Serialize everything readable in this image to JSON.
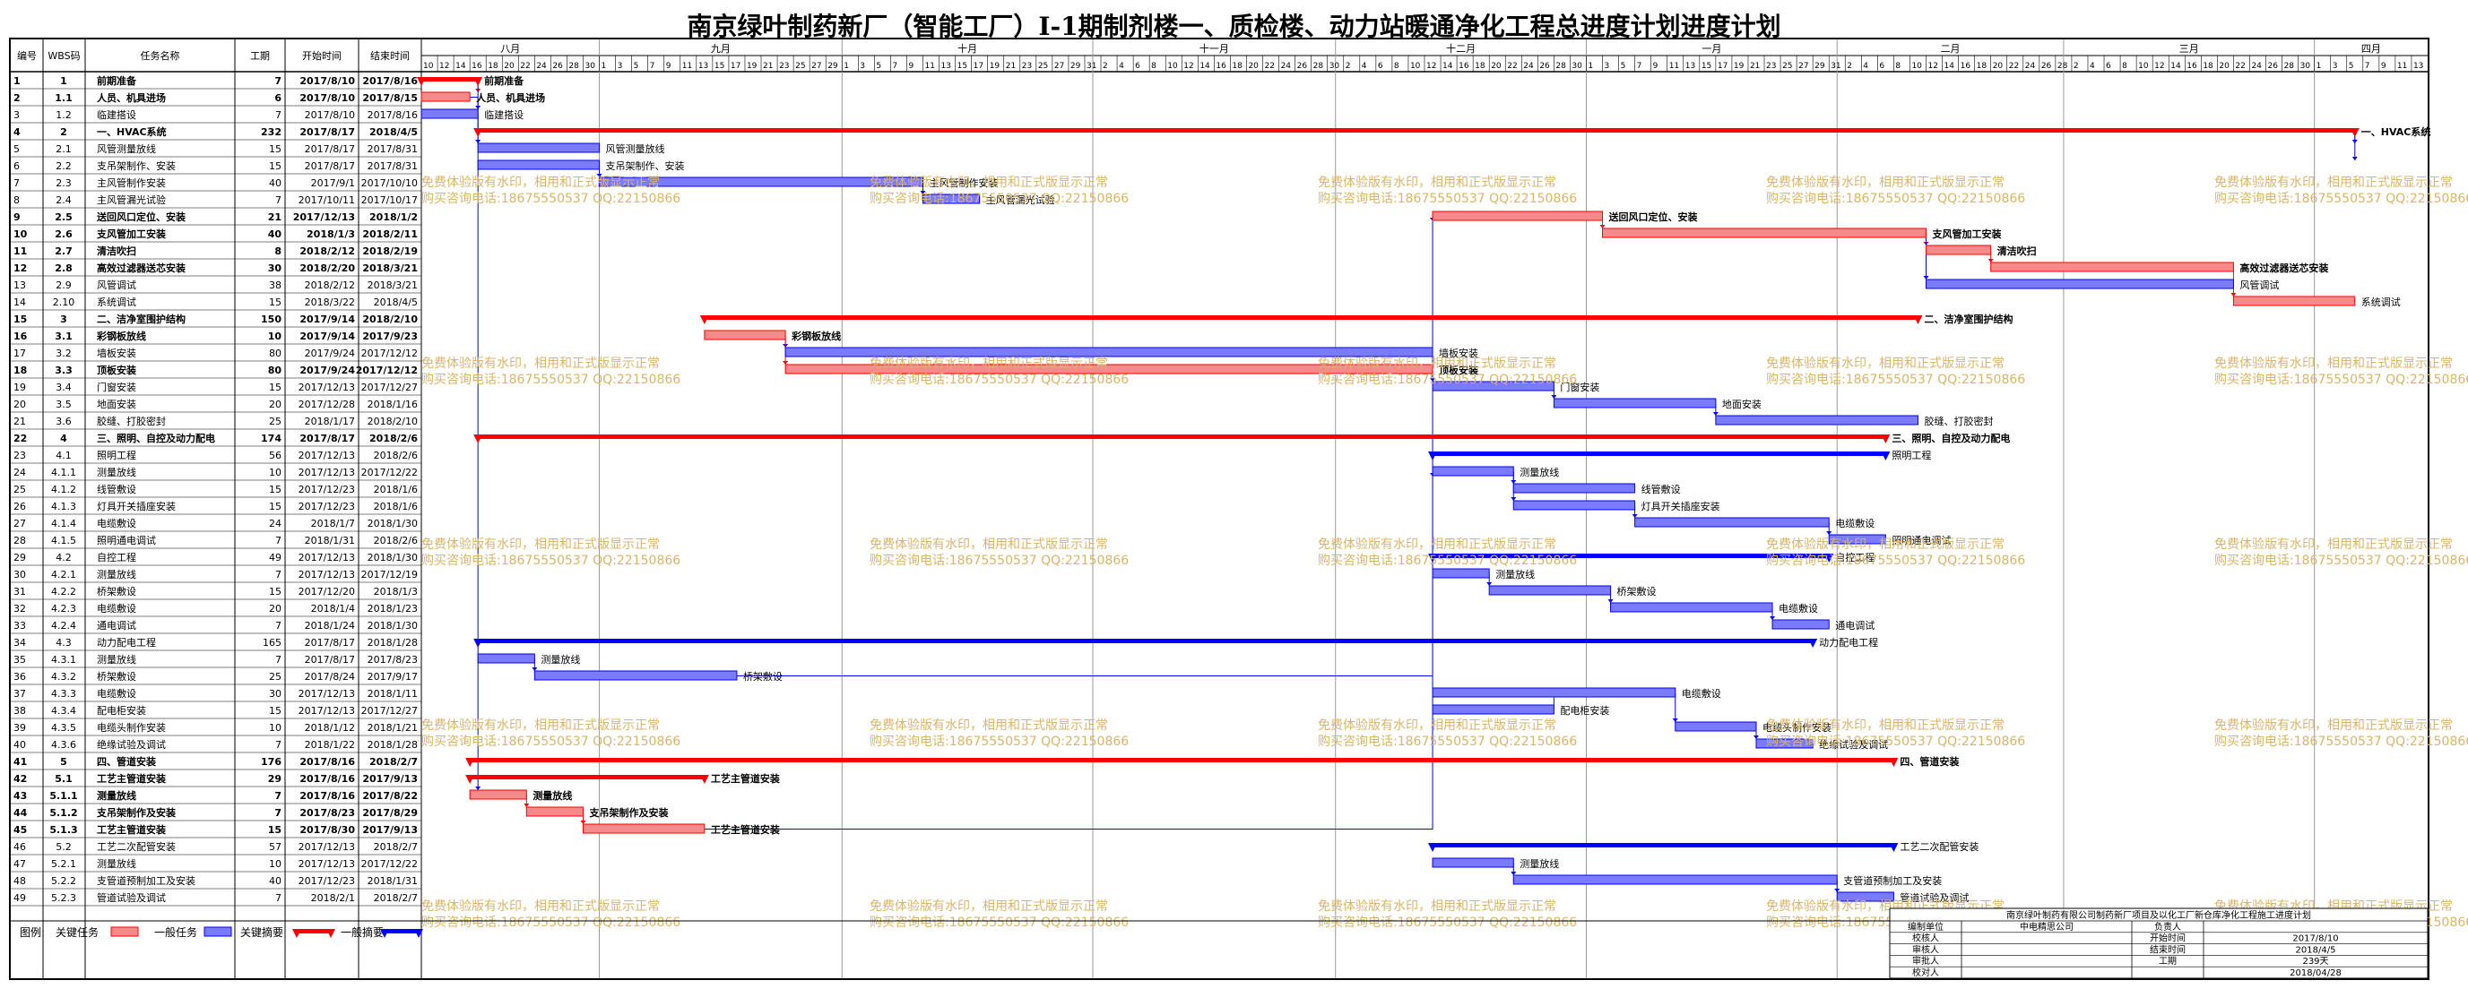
{
  "page": {
    "title": "南京绿叶制药新厂（智能工厂）I-1期制剂楼一、质检楼、动力站暖通净化工程总进度计划进度计划"
  },
  "columns": [
    "编号",
    "WBS码",
    "任务名称",
    "工期",
    "开始时间",
    "结束时间"
  ],
  "colors": {
    "critical": "#ff0000",
    "normal": "#0000ff",
    "critical_fill": "#f48a8a",
    "normal_fill": "#7b7bff",
    "watermark": "#d8b56a"
  },
  "chart_data": {
    "type": "gantt",
    "timeline": {
      "start": "2017-08-10",
      "end": "2018-04-14",
      "months": [
        {
          "label": "八月",
          "start": "2017-08-01"
        },
        {
          "label": "九月",
          "start": "2017-09-01"
        },
        {
          "label": "十月",
          "start": "2017-10-01"
        },
        {
          "label": "十一月",
          "start": "2017-11-01"
        },
        {
          "label": "十二月",
          "start": "2017-12-01"
        },
        {
          "label": "一月",
          "start": "2018-01-01"
        },
        {
          "label": "二月",
          "start": "2018-02-01"
        },
        {
          "label": "三月",
          "start": "2018-03-01"
        },
        {
          "label": "四月",
          "start": "2018-04-01"
        }
      ],
      "day_step": 2
    },
    "tasks": [
      {
        "id": "1",
        "wbs": "1",
        "name": "前期准备",
        "dur": "7",
        "start": "2017/8/10",
        "end": "2017/8/16",
        "kind": "summary",
        "crit": true,
        "bold": true
      },
      {
        "id": "2",
        "wbs": "1.1",
        "name": "人员、机具进场",
        "dur": "6",
        "start": "2017/8/10",
        "end": "2017/8/15",
        "kind": "task",
        "crit": true,
        "bold": true
      },
      {
        "id": "3",
        "wbs": "1.2",
        "name": "临建搭设",
        "dur": "7",
        "start": "2017/8/10",
        "end": "2017/8/16",
        "kind": "task",
        "crit": false,
        "bold": false
      },
      {
        "id": "4",
        "wbs": "2",
        "name": "一、HVAC系统",
        "dur": "232",
        "start": "2017/8/17",
        "end": "2018/4/5",
        "kind": "summary",
        "crit": true,
        "bold": true
      },
      {
        "id": "5",
        "wbs": "2.1",
        "name": "风管测量放线",
        "dur": "15",
        "start": "2017/8/17",
        "end": "2017/8/31",
        "kind": "task",
        "crit": false,
        "bold": false
      },
      {
        "id": "6",
        "wbs": "2.2",
        "name": "支吊架制作、安装",
        "dur": "15",
        "start": "2017/8/17",
        "end": "2017/8/31",
        "kind": "task",
        "crit": false,
        "bold": false
      },
      {
        "id": "7",
        "wbs": "2.3",
        "name": "主风管制作安装",
        "dur": "40",
        "start": "2017/9/1",
        "end": "2017/10/10",
        "kind": "task",
        "crit": false,
        "bold": false
      },
      {
        "id": "8",
        "wbs": "2.4",
        "name": "主风管漏光试验",
        "dur": "7",
        "start": "2017/10/11",
        "end": "2017/10/17",
        "kind": "task",
        "crit": false,
        "bold": false
      },
      {
        "id": "9",
        "wbs": "2.5",
        "name": "送回风口定位、安装",
        "dur": "21",
        "start": "2017/12/13",
        "end": "2018/1/2",
        "kind": "task",
        "crit": true,
        "bold": true
      },
      {
        "id": "10",
        "wbs": "2.6",
        "name": "支风管加工安装",
        "dur": "40",
        "start": "2018/1/3",
        "end": "2018/2/11",
        "kind": "task",
        "crit": true,
        "bold": true
      },
      {
        "id": "11",
        "wbs": "2.7",
        "name": "清洁吹扫",
        "dur": "8",
        "start": "2018/2/12",
        "end": "2018/2/19",
        "kind": "task",
        "crit": true,
        "bold": true
      },
      {
        "id": "12",
        "wbs": "2.8",
        "name": "高效过滤器送芯安装",
        "dur": "30",
        "start": "2018/2/20",
        "end": "2018/3/21",
        "kind": "task",
        "crit": true,
        "bold": true
      },
      {
        "id": "13",
        "wbs": "2.9",
        "name": "风管调试",
        "dur": "38",
        "start": "2018/2/12",
        "end": "2018/3/21",
        "kind": "task",
        "crit": false,
        "bold": false
      },
      {
        "id": "14",
        "wbs": "2.10",
        "name": "系统调试",
        "dur": "15",
        "start": "2018/3/22",
        "end": "2018/4/5",
        "kind": "task",
        "crit": true,
        "bold": false
      },
      {
        "id": "15",
        "wbs": "3",
        "name": "二、洁净室围护结构",
        "dur": "150",
        "start": "2017/9/14",
        "end": "2018/2/10",
        "kind": "summary",
        "crit": true,
        "bold": true
      },
      {
        "id": "16",
        "wbs": "3.1",
        "name": "彩钢板放线",
        "dur": "10",
        "start": "2017/9/14",
        "end": "2017/9/23",
        "kind": "task",
        "crit": true,
        "bold": true
      },
      {
        "id": "17",
        "wbs": "3.2",
        "name": "墙板安装",
        "dur": "80",
        "start": "2017/9/24",
        "end": "2017/12/12",
        "kind": "task",
        "crit": false,
        "bold": false
      },
      {
        "id": "18",
        "wbs": "3.3",
        "name": "顶板安装",
        "dur": "80",
        "start": "2017/9/24",
        "end": "2017/12/12",
        "kind": "task",
        "crit": true,
        "bold": true
      },
      {
        "id": "19",
        "wbs": "3.4",
        "name": "门窗安装",
        "dur": "15",
        "start": "2017/12/13",
        "end": "2017/12/27",
        "kind": "task",
        "crit": false,
        "bold": false
      },
      {
        "id": "20",
        "wbs": "3.5",
        "name": "地面安装",
        "dur": "20",
        "start": "2017/12/28",
        "end": "2018/1/16",
        "kind": "task",
        "crit": false,
        "bold": false
      },
      {
        "id": "21",
        "wbs": "3.6",
        "name": "胶缝、打胶密封",
        "dur": "25",
        "start": "2018/1/17",
        "end": "2018/2/10",
        "kind": "task",
        "crit": false,
        "bold": false
      },
      {
        "id": "22",
        "wbs": "4",
        "name": "三、照明、自控及动力配电",
        "dur": "174",
        "start": "2017/8/17",
        "end": "2018/2/6",
        "kind": "summary",
        "crit": true,
        "bold": true
      },
      {
        "id": "23",
        "wbs": "4.1",
        "name": "照明工程",
        "dur": "56",
        "start": "2017/12/13",
        "end": "2018/2/6",
        "kind": "summary",
        "crit": false,
        "bold": false
      },
      {
        "id": "24",
        "wbs": "4.1.1",
        "name": "测量放线",
        "dur": "10",
        "start": "2017/12/13",
        "end": "2017/12/22",
        "kind": "task",
        "crit": false,
        "bold": false
      },
      {
        "id": "25",
        "wbs": "4.1.2",
        "name": "线管敷设",
        "dur": "15",
        "start": "2017/12/23",
        "end": "2018/1/6",
        "kind": "task",
        "crit": false,
        "bold": false
      },
      {
        "id": "26",
        "wbs": "4.1.3",
        "name": "灯具开关插座安装",
        "dur": "15",
        "start": "2017/12/23",
        "end": "2018/1/6",
        "kind": "task",
        "crit": false,
        "bold": false
      },
      {
        "id": "27",
        "wbs": "4.1.4",
        "name": "电缆敷设",
        "dur": "24",
        "start": "2018/1/7",
        "end": "2018/1/30",
        "kind": "task",
        "crit": false,
        "bold": false
      },
      {
        "id": "28",
        "wbs": "4.1.5",
        "name": "照明通电调试",
        "dur": "7",
        "start": "2018/1/31",
        "end": "2018/2/6",
        "kind": "task",
        "crit": false,
        "bold": false
      },
      {
        "id": "29",
        "wbs": "4.2",
        "name": "自控工程",
        "dur": "49",
        "start": "2017/12/13",
        "end": "2018/1/30",
        "kind": "summary",
        "crit": false,
        "bold": false
      },
      {
        "id": "30",
        "wbs": "4.2.1",
        "name": "测量放线",
        "dur": "7",
        "start": "2017/12/13",
        "end": "2017/12/19",
        "kind": "task",
        "crit": false,
        "bold": false
      },
      {
        "id": "31",
        "wbs": "4.2.2",
        "name": "桥架敷设",
        "dur": "15",
        "start": "2017/12/20",
        "end": "2018/1/3",
        "kind": "task",
        "crit": false,
        "bold": false
      },
      {
        "id": "32",
        "wbs": "4.2.3",
        "name": "电缆敷设",
        "dur": "20",
        "start": "2018/1/4",
        "end": "2018/1/23",
        "kind": "task",
        "crit": false,
        "bold": false
      },
      {
        "id": "33",
        "wbs": "4.2.4",
        "name": "通电调试",
        "dur": "7",
        "start": "2018/1/24",
        "end": "2018/1/30",
        "kind": "task",
        "crit": false,
        "bold": false
      },
      {
        "id": "34",
        "wbs": "4.3",
        "name": "动力配电工程",
        "dur": "165",
        "start": "2017/8/17",
        "end": "2018/1/28",
        "kind": "summary",
        "crit": false,
        "bold": false
      },
      {
        "id": "35",
        "wbs": "4.3.1",
        "name": "测量放线",
        "dur": "7",
        "start": "2017/8/17",
        "end": "2017/8/23",
        "kind": "task",
        "crit": false,
        "bold": false
      },
      {
        "id": "36",
        "wbs": "4.3.2",
        "name": "桥架敷设",
        "dur": "25",
        "start": "2017/8/24",
        "end": "2017/9/17",
        "kind": "task",
        "crit": false,
        "bold": false
      },
      {
        "id": "37",
        "wbs": "4.3.3",
        "name": "电缆敷设",
        "dur": "30",
        "start": "2017/12/13",
        "end": "2018/1/11",
        "kind": "task",
        "crit": false,
        "bold": false
      },
      {
        "id": "38",
        "wbs": "4.3.4",
        "name": "配电柜安装",
        "dur": "15",
        "start": "2017/12/13",
        "end": "2017/12/27",
        "kind": "task",
        "crit": false,
        "bold": false
      },
      {
        "id": "39",
        "wbs": "4.3.5",
        "name": "电缆头制作安装",
        "dur": "10",
        "start": "2018/1/12",
        "end": "2018/1/21",
        "kind": "task",
        "crit": false,
        "bold": false
      },
      {
        "id": "40",
        "wbs": "4.3.6",
        "name": "绝缘试验及调试",
        "dur": "7",
        "start": "2018/1/22",
        "end": "2018/1/28",
        "kind": "task",
        "crit": false,
        "bold": false
      },
      {
        "id": "41",
        "wbs": "5",
        "name": "四、管道安装",
        "dur": "176",
        "start": "2017/8/16",
        "end": "2018/2/7",
        "kind": "summary",
        "crit": true,
        "bold": true
      },
      {
        "id": "42",
        "wbs": "5.1",
        "name": "工艺主管道安装",
        "dur": "29",
        "start": "2017/8/16",
        "end": "2017/9/13",
        "kind": "summary",
        "crit": true,
        "bold": true
      },
      {
        "id": "43",
        "wbs": "5.1.1",
        "name": "测量放线",
        "dur": "7",
        "start": "2017/8/16",
        "end": "2017/8/22",
        "kind": "task",
        "crit": true,
        "bold": true
      },
      {
        "id": "44",
        "wbs": "5.1.2",
        "name": "支吊架制作及安装",
        "dur": "7",
        "start": "2017/8/23",
        "end": "2017/8/29",
        "kind": "task",
        "crit": true,
        "bold": true
      },
      {
        "id": "45",
        "wbs": "5.1.3",
        "name": "工艺主管道安装",
        "dur": "15",
        "start": "2017/8/30",
        "end": "2017/9/13",
        "kind": "task",
        "crit": true,
        "bold": true
      },
      {
        "id": "46",
        "wbs": "5.2",
        "name": "工艺二次配管安装",
        "dur": "57",
        "start": "2017/12/13",
        "end": "2018/2/7",
        "kind": "summary",
        "crit": false,
        "bold": false
      },
      {
        "id": "47",
        "wbs": "5.2.1",
        "name": "测量放线",
        "dur": "10",
        "start": "2017/12/13",
        "end": "2017/12/22",
        "kind": "task",
        "crit": false,
        "bold": false
      },
      {
        "id": "48",
        "wbs": "5.2.2",
        "name": "支管道预制加工及安装",
        "dur": "40",
        "start": "2017/12/23",
        "end": "2018/1/31",
        "kind": "task",
        "crit": false,
        "bold": false
      },
      {
        "id": "49",
        "wbs": "5.2.3",
        "name": "管道试验及调试",
        "dur": "7",
        "start": "2018/2/1",
        "end": "2018/2/7",
        "kind": "task",
        "crit": false,
        "bold": false
      }
    ],
    "bar_labels": {
      "1": "前期准备",
      "4": "一、HVAC系统",
      "15": "二、洁净室围护结构",
      "22": "三、照明、自控及动力配电",
      "41": "四、管道安装"
    }
  },
  "watermark": {
    "line1": "免费体验版有水印，相用和正式版显示正常",
    "line2": "购买咨询电话:18675550537 QQ:22150866"
  },
  "legend": {
    "label": "图例:",
    "critical_task": "关键任务",
    "normal_task": "一般任务",
    "critical_summary": "关键摘要",
    "normal_summary": "一般摘要"
  },
  "info_box": {
    "company": "南京绿叶制药有限公司制药新厂项目及以化工厂新仓库净化工程施工进度计划",
    "rows": [
      {
        "k": "编制单位",
        "v": "中电精思公司",
        "k2": "负责人",
        "v2": ""
      },
      {
        "k": "校核人",
        "v": "",
        "k2": "开始时间",
        "v2": "2017/8/10"
      },
      {
        "k": "审核人",
        "v": "",
        "k2": "结束时间",
        "v2": "2018/4/5"
      },
      {
        "k": "审批人",
        "v": "",
        "k2": "工期",
        "v2": "239天"
      },
      {
        "k": "校对人",
        "v": "",
        "k2": "",
        "v2": "2018/04/28"
      }
    ]
  }
}
